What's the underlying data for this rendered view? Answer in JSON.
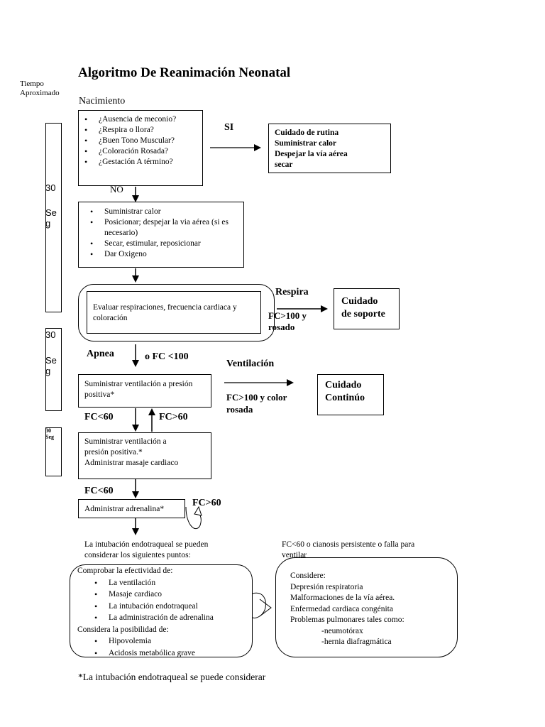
{
  "header": {
    "title": "Algoritmo De Reanimación Neonatal",
    "time_label": "Tiempo\nAproximado",
    "birth": "Nacimiento"
  },
  "time_bars": [
    {
      "value": "30",
      "unit": "Se\ng"
    },
    {
      "value": "30",
      "unit": "Se\ng"
    },
    {
      "value": "30",
      "unit": "Seg"
    }
  ],
  "initial_questions": [
    "¿Ausencia de meconio?",
    "¿Respira o llora?",
    "¿Buen Tono Muscular?",
    "¿Coloración Rosada?",
    "¿Gestación A término?"
  ],
  "labels": {
    "si": "SI",
    "no": "NO",
    "respira": "Respira",
    "fc100_rosado": "FC>100 y\nrosado",
    "apnea": "Apnea",
    "fc_lt100": "o FC <100",
    "ventilacion": "Ventilación",
    "fc100_color": "FC>100 y color\nrosada",
    "fc_lt60_a": "FC<60",
    "fc_gt60_a": "FC>60",
    "fc_lt60_b": "FC<60",
    "fc_gt60_b": "FC>60"
  },
  "routine_care": "Cuidado de rutina\nSuministrar calor\nDespejar la vía aérea\nsecar",
  "initial_steps": [
    "Suministrar calor",
    "Posicionar; despejar la via aérea (si es necesario)",
    "Secar, estimular, reposicionar",
    "Dar Oxigeno"
  ],
  "evaluate": "Evaluar respiraciones, frecuencia cardiaca y coloración",
  "support_care": "Cuidado\nde soporte",
  "ppv": "Suministrar ventilación a presión positiva*",
  "continuous_care": "Cuidado\nContinúo",
  "ppv_massage": "Suministrar ventilación a\npresión positiva.*\nAdministrar masaje cardiaco",
  "adrenaline": "Administrar adrenalina*",
  "intubation_note": "La intubación endotraqueal se pueden\nconsiderar los siguientes puntos:",
  "persistent_note": "FC<60 o cianosis persistente o falla para\nventilar",
  "check_box": {
    "heading": "Comprobar la efectividad de:",
    "items": [
      "La ventilación",
      "Masaje cardiaco",
      "La intubación endotraqueal",
      "La administración de adrenalina"
    ],
    "heading2": "Considera la posibilidad de:",
    "items2": [
      "Hipovolemia",
      "Acidosis metabólica grave"
    ]
  },
  "consider_box": {
    "heading": "Considere:",
    "lines": [
      "Depresión respiratoria",
      "Malformaciones de la vía aérea.",
      "Enfermedad cardiaca congénita",
      "Problemas pulmonares tales como:"
    ],
    "sub": [
      "-neumotórax",
      "-hernia diafragmática"
    ]
  },
  "footnote": "*La intubación endotraqueal se puede considerar"
}
